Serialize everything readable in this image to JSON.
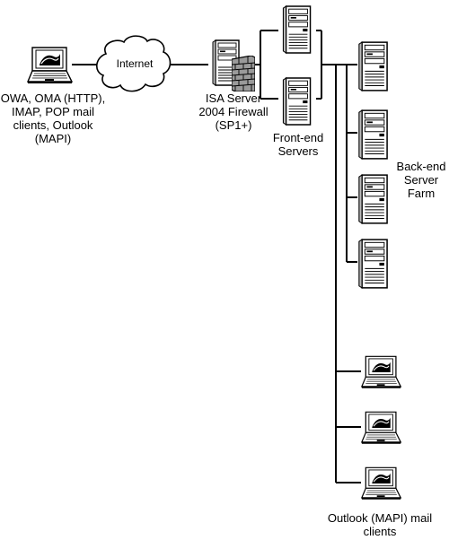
{
  "cloud": {
    "label": "Internet"
  },
  "clients_left": {
    "lines": [
      "OWA, OMA (HTTP),",
      "IMAP, POP mail",
      "clients, Outlook",
      "(MAPI)"
    ]
  },
  "firewall": {
    "lines": [
      "ISA Server",
      "2004 Firewall",
      "(SP1+)"
    ]
  },
  "frontend": {
    "lines": [
      "Front-end",
      "Servers"
    ]
  },
  "backend": {
    "lines": [
      "Back-end",
      "Server",
      "Farm"
    ]
  },
  "clients_bottom": {
    "lines": [
      "Outlook (MAPI) mail",
      "clients"
    ]
  },
  "icons": {
    "laptop": "laptop-icon",
    "server": "server-icon",
    "firewall": "brick-wall-icon",
    "cloud": "cloud-icon"
  }
}
